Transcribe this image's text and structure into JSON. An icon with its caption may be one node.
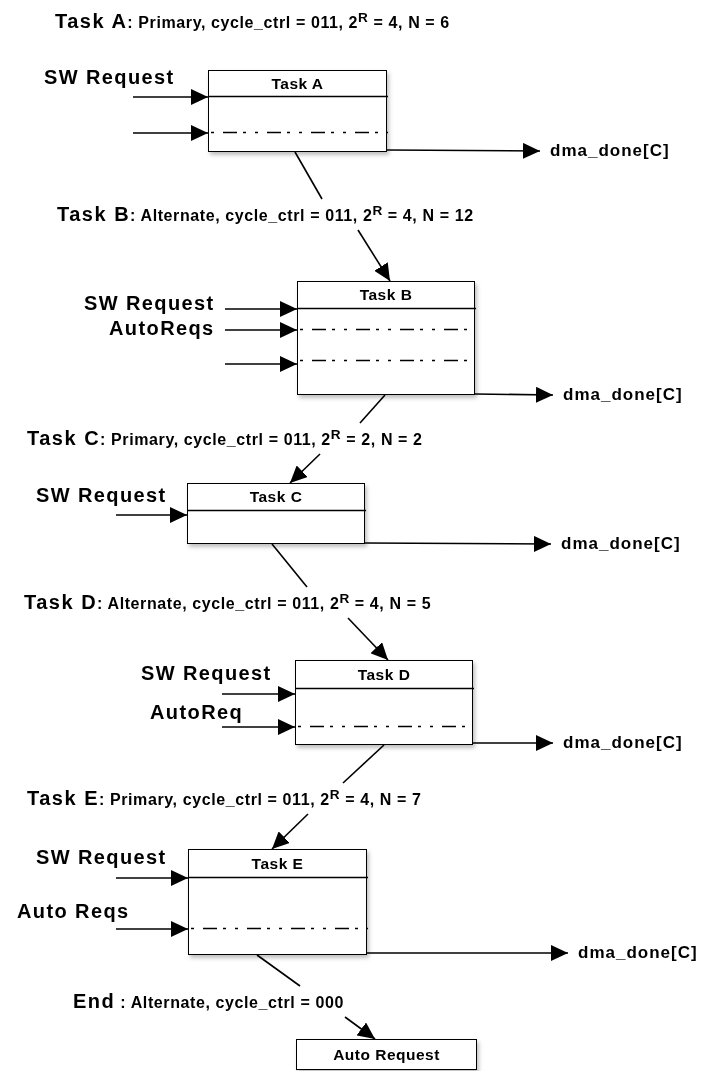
{
  "diagram": {
    "nodes": [
      {
        "text": [
          "Task A",
          ": Primary, cycle_ctrl = 011, 2$^{R}$ = 4, N = 6"
        ]
      },
      {
        "text": [
          "Task A"
        ]
      },
      {
        "text": [
          "dma_done[C]"
        ]
      },
      {
        "text": [
          "Task B",
          ": Alternate, cycle_ctrl = 011, 2$^{R}$ = 4, N = 12"
        ]
      },
      {
        "text": [
          "Task B"
        ]
      },
      {
        "text": [
          "dma_done[C]"
        ]
      },
      {
        "text": [
          "Task C",
          ": Primary, cycle_ctrl = 011, 2$^{R}$ = 2, N = 2"
        ]
      },
      {
        "text": [
          "Task C"
        ]
      },
      {
        "text": [
          "dma_done[C]"
        ]
      },
      {
        "text": [
          "Task D",
          ": Alternate, cycle_ctrl = 011, 2$^{R}$ = 4, N = 5"
        ]
      },
      {
        "text": [
          "Task D"
        ]
      },
      {
        "text": [
          "dma_done[C]"
        ]
      },
      {
        "text": [
          "Task E",
          ": Primary, cycle_ctrl = 011, 2$^{R}$ = 4, N = 7"
        ]
      },
      {
        "text": [
          "Task E"
        ]
      },
      {
        "text": [
          "dma_done[C]"
        ]
      },
      {
        "text": [
          "End",
          " : Alternate, cycle_ctrl = 000"
        ]
      },
      {
        "text": [
          "Auto Request"
        ]
      }
    ],
    "edges": [
      {
        "from": null,
        "to": 1,
        "arrow": "to",
        "label": "SW Request"
      },
      {
        "from": null,
        "to": 1,
        "arrow": "to"
      },
      {
        "from": 1,
        "to": 2,
        "arrow": "to"
      },
      {
        "from": 1,
        "to": 3,
        "arrow": "none"
      },
      {
        "from": 3,
        "to": 4,
        "arrow": "to"
      },
      {
        "from": null,
        "to": 4,
        "arrow": "to",
        "label": "SW Request"
      },
      {
        "from": null,
        "to": 4,
        "arrow": "to",
        "label": "AutoReqs"
      },
      {
        "from": null,
        "to": 4,
        "arrow": "to"
      },
      {
        "from": 4,
        "to": 5,
        "arrow": "to"
      },
      {
        "from": 4,
        "to": 6,
        "arrow": "none"
      },
      {
        "from": 6,
        "to": 7,
        "arrow": "to"
      },
      {
        "from": null,
        "to": 7,
        "arrow": "to",
        "label": "SW Request"
      },
      {
        "from": 7,
        "to": 8,
        "arrow": "to"
      },
      {
        "from": 7,
        "to": 9,
        "arrow": "none"
      },
      {
        "from": 9,
        "to": 10,
        "arrow": "to"
      },
      {
        "from": null,
        "to": 10,
        "arrow": "to",
        "label": "SW Request"
      },
      {
        "from": null,
        "to": 10,
        "arrow": "to",
        "label": "AutoReq"
      },
      {
        "from": 10,
        "to": 11,
        "arrow": "to"
      },
      {
        "from": 10,
        "to": 12,
        "arrow": "none"
      },
      {
        "from": 12,
        "to": 13,
        "arrow": "to"
      },
      {
        "from": null,
        "to": 13,
        "arrow": "to",
        "label": "SW Request"
      },
      {
        "from": null,
        "to": 13,
        "arrow": "to",
        "label": "Auto Reqs"
      },
      {
        "from": 13,
        "to": 14,
        "arrow": "to"
      },
      {
        "from": 13,
        "to": 15,
        "arrow": "none"
      },
      {
        "from": 15,
        "to": 16,
        "arrow": "to"
      }
    ]
  }
}
